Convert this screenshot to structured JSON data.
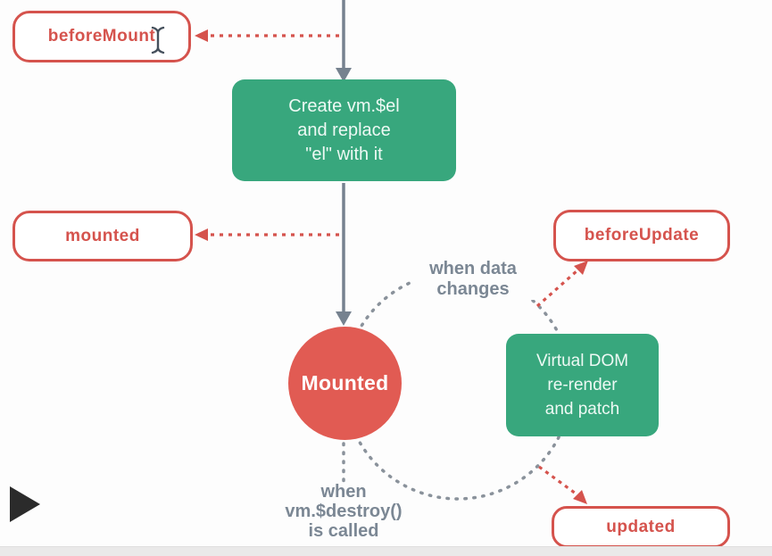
{
  "colors": {
    "red_accent": "#d5534d",
    "red_circle_fill": "#e15b53",
    "green_fill": "#38a77d",
    "slate_arrow": "#76828f",
    "dot_gray": "#8a929b",
    "label_gray": "#7b8794",
    "box_text_white": "#edf9f4",
    "page_background": "#fdfdfd",
    "player_bar": "#eae9e9",
    "play_button": "#2b2b2b",
    "cursor_color": "#45505c"
  },
  "nodes": {
    "before_mount": {
      "label": "beforeMount"
    },
    "create_el": {
      "line1": "Create vm.$el",
      "line2": "and replace",
      "line3": "\"el\" with it"
    },
    "mounted_hook": {
      "label": "mounted"
    },
    "before_update": {
      "label": "beforeUpdate"
    },
    "mounted_state": {
      "label": "Mounted"
    },
    "virtual_dom": {
      "line1": "Virtual DOM",
      "line2": "re-render",
      "line3": "and patch"
    },
    "updated_hook": {
      "label": "updated"
    }
  },
  "annotations": {
    "when_data_changes": {
      "line1": "when data",
      "line2": "changes"
    },
    "when_destroy": {
      "line1": "when",
      "line2": "vm.$destroy()",
      "line3": "is called"
    }
  },
  "icons": {
    "text_cursor": "text-cursor-icon",
    "play_button": "play-icon"
  }
}
